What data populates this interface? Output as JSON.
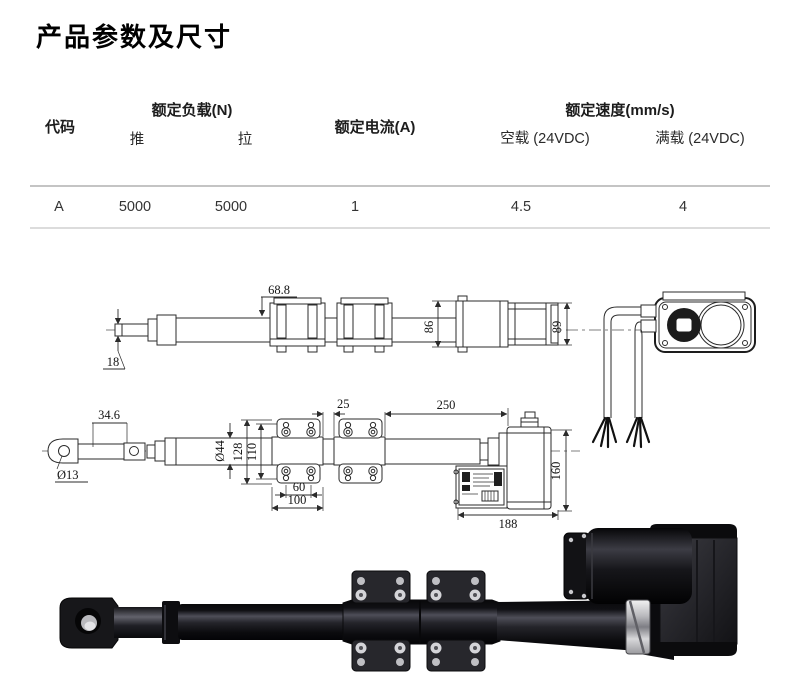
{
  "page": {
    "title": "产品参数及尺寸"
  },
  "table": {
    "headers": {
      "code": "代码",
      "load_group": "额定负载(N)",
      "push": "推",
      "pull": "拉",
      "current": "额定电流(A)",
      "speed_group": "额定速度(mm/s)",
      "no_load": "空载 (24VDC)",
      "full_load": "满载 (24VDC)"
    },
    "rows": [
      {
        "code": "A",
        "push": "5000",
        "pull": "5000",
        "current": "1",
        "no_load": "4.5",
        "full_load": "4"
      }
    ]
  },
  "drawings": {
    "top_view": {
      "dims": {
        "rod": "18",
        "bracket": "68.8",
        "height1": "86",
        "height2": "89"
      }
    },
    "side_view": {
      "dims": {
        "front": "34.6",
        "hole": "Ø13",
        "tube": "Ø44",
        "outer_h": "128",
        "inner_h": "110",
        "gap": "25",
        "rear": "250",
        "bolt_span": "60",
        "plate_w": "100",
        "motor_h": "160",
        "motor_w": "188"
      }
    }
  },
  "colors": {
    "line": "#2b2b2b",
    "table_rule": "#c4c4c4",
    "photo_black": "#0b0b0e"
  }
}
